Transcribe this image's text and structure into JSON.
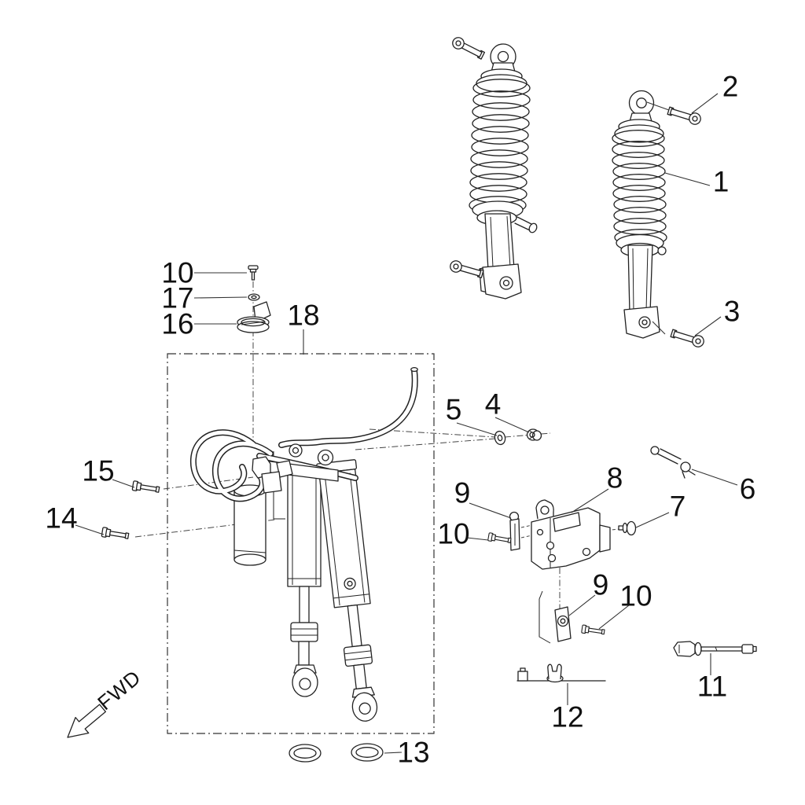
{
  "colors": {
    "background": "#ffffff",
    "line": "#222222",
    "label_text": "#111111"
  },
  "fwd": {
    "label": "FWD"
  },
  "callouts": {
    "c1": {
      "text": "1"
    },
    "c2": {
      "text": "2"
    },
    "c3": {
      "text": "3"
    },
    "c4": {
      "text": "4"
    },
    "c5": {
      "text": "5"
    },
    "c6": {
      "text": "6"
    },
    "c7": {
      "text": "7"
    },
    "c8": {
      "text": "8"
    },
    "c9a": {
      "text": "9"
    },
    "c9b": {
      "text": "9"
    },
    "c10a": {
      "text": "10"
    },
    "c10b": {
      "text": "10"
    },
    "c10c": {
      "text": "10"
    },
    "c11": {
      "text": "11"
    },
    "c12": {
      "text": "12"
    },
    "c13": {
      "text": "13"
    },
    "c14": {
      "text": "14"
    },
    "c15": {
      "text": "15"
    },
    "c16": {
      "text": "16"
    },
    "c17": {
      "text": "17"
    },
    "c18": {
      "text": "18"
    }
  }
}
